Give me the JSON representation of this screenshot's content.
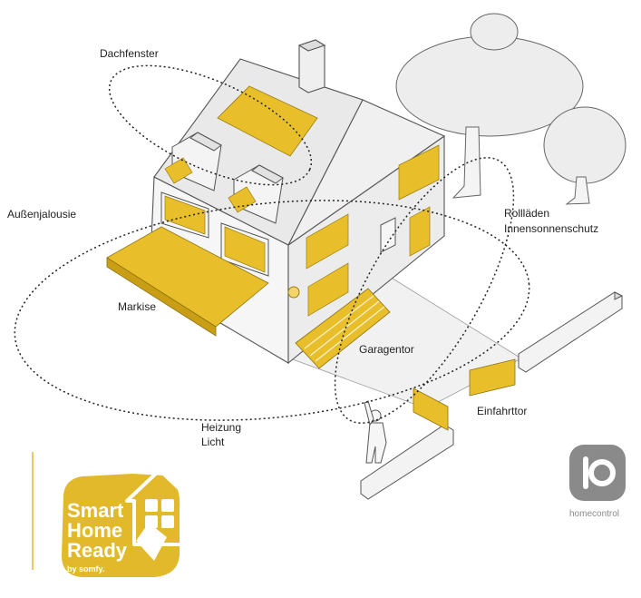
{
  "labels": {
    "dachfenster": "Dachfenster",
    "aussenjalousie": "Außenjalousie",
    "markise": "Markise",
    "rolllaeden": "Rollläden",
    "innensonnenschutz": "Innensonnenschutz",
    "garagentor": "Garagentor",
    "einfahrttor": "Einfahrttor",
    "heizung": "Heizung",
    "licht": "Licht"
  },
  "badge": {
    "line1": "Smart",
    "line2": "Home",
    "line3": "Ready",
    "by": "by somfy."
  },
  "io_logo": {
    "mark": "io",
    "text": "homecontrol"
  },
  "colors": {
    "accent_yellow": "#e8bf2a",
    "badge_yellow": "#e2b92b",
    "outline": "#555555",
    "logo_gray": "#8a8a8a"
  }
}
